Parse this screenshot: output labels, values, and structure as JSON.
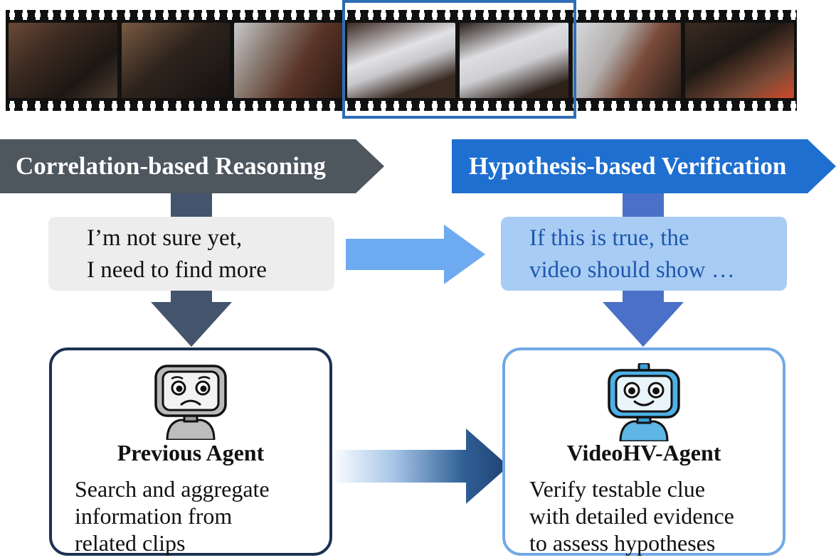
{
  "film": {
    "frames": [
      "frame-1",
      "frame-2",
      "frame-3",
      "frame-4",
      "frame-5",
      "frame-6",
      "frame-7"
    ]
  },
  "left": {
    "banner": "Correlation-based Reasoning",
    "thought": [
      "I’m not sure yet,",
      "I need to find more"
    ],
    "agent_name": "Previous Agent",
    "agent_desc": [
      "Search and aggregate",
      "information from",
      "related clips"
    ]
  },
  "right": {
    "banner": "Hypothesis-based Verification",
    "thought": [
      "If this is true, the",
      "video should show …"
    ],
    "agent_name": "VideoHV-Agent",
    "agent_desc": [
      "Verify testable clue",
      "with detailed evidence",
      "to assess hypotheses"
    ]
  },
  "colors": {
    "left_banner": "#4e565e",
    "right_banner": "#1f6fd0",
    "left_arrow": "#44546d",
    "right_arrow": "#4a70c8",
    "left_box_border": "#1c3152",
    "right_box_border": "#72a8e6",
    "mid_arrow": "#6eaaf0",
    "right_thought_text": "#1d58ad"
  }
}
